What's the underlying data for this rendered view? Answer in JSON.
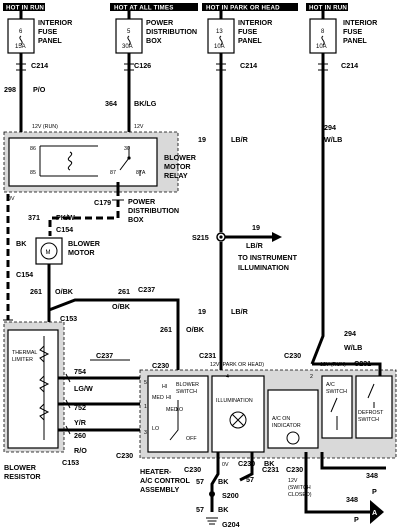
{
  "feeds": [
    {
      "hot_label": "HOT IN RUN",
      "fuse_num": "6",
      "fuse_amp": "15A",
      "panel": [
        "INTERIOR",
        "FUSE",
        "PANEL"
      ],
      "connector": "C214",
      "circuit": "298",
      "color": "P/O"
    },
    {
      "hot_label": "HOT AT ALL TIMES",
      "fuse_num": "5",
      "fuse_amp": "30A",
      "panel": [
        "POWER",
        "DISTRIBUTION",
        "BOX"
      ],
      "connector": "C126",
      "circuit": "364",
      "color": "BK/LG"
    },
    {
      "hot_label": "HOT IN PARK OR HEAD",
      "fuse_num": "13",
      "fuse_amp": "10A",
      "panel": [
        "INTERIOR",
        "FUSE",
        "PANEL"
      ],
      "connector": "C214",
      "circuit": "19",
      "color": "LB/R"
    },
    {
      "hot_label": "HOT IN RUN",
      "fuse_num": "8",
      "fuse_amp": "10A",
      "panel": [
        "INTERIOR",
        "FUSE",
        "PANEL"
      ],
      "connector": "C214",
      "circuit": "294",
      "color": "W/LB"
    }
  ],
  "relay": {
    "title": [
      "BLOWER",
      "MOTOR",
      "RELAY"
    ],
    "supply_label": "12V (RUN)",
    "supply2_label": "12V",
    "pins": [
      "86",
      "85",
      "30",
      "87",
      "87A"
    ],
    "zero_v": "0V"
  },
  "pdb_connector": {
    "id": "C179",
    "label": [
      "POWER",
      "DISTRIBUTION",
      "BOX"
    ]
  },
  "motor": {
    "circuit": "371",
    "color": "PK/W",
    "connector_top": "C154",
    "title": [
      "BLOWER",
      "MOTOR"
    ],
    "connector_bottom": "C154",
    "ground_color": "BK"
  },
  "motor_return": {
    "circuit": "261",
    "color": "O/BK",
    "connector": "C237",
    "circuit2": "261",
    "color2": "O/BK",
    "connector_resistor": "C153"
  },
  "splice": {
    "id": "S215",
    "circuit": "19",
    "color": "LB/R",
    "to": [
      "TO INSTRUMENT",
      "ILLUMINATION"
    ],
    "down_circuit": "19",
    "down_color": "LB/R"
  },
  "mid_wire": {
    "circuit": "261",
    "color": "O/BK"
  },
  "resistor": {
    "title": [
      "BLOWER",
      "RESISTOR"
    ],
    "limiter": [
      "THERMAL",
      "LIMITER"
    ],
    "connector_top": "C237",
    "connector_bottom": "C153"
  },
  "resistor_wires": [
    {
      "circuit": "754",
      "color": "LG/W"
    },
    {
      "circuit": "752",
      "color": "Y/R"
    },
    {
      "circuit": "260",
      "color": "R/O"
    }
  ],
  "control": {
    "title": [
      "HEATER-",
      "A/C CONTROL",
      "ASSEMBLY"
    ],
    "connectors_top": [
      "C230",
      "C231",
      "C230",
      "C231"
    ],
    "voltage_labels": [
      "12V (PARK OR HEAD)",
      "12V (RUN)"
    ],
    "blower_switch": [
      "BLOWER",
      "SWITCH"
    ],
    "speeds": [
      "HI",
      "MED",
      "HI",
      "MED",
      "LO",
      "LO",
      "OFF"
    ],
    "illumination": "ILLUMINATION",
    "indicator": [
      "A/C ON",
      "INDICATOR"
    ],
    "ac_switch": [
      "A/C",
      "SWITCH"
    ],
    "defrost_switch": [
      "DEFROST",
      "SWITCH"
    ],
    "pins": [
      "5",
      "1",
      "3",
      "4",
      "2"
    ],
    "connector_c230_left": "C230",
    "bottom_labels": [
      "C230",
      "0V",
      "C230",
      "C231",
      "C230",
      "12V",
      "(SWITCH",
      "CLOSED)"
    ],
    "cross_circuit": "294",
    "cross_color": "W/LB"
  },
  "ground": {
    "circuit": "57",
    "color": "BK",
    "splice": "S200",
    "circuit2": "57",
    "color2": "BK",
    "ground_id": "G204",
    "bk_right": "BK",
    "c231_circuit": "57"
  },
  "outputs": [
    {
      "circuit": "348",
      "ref": "P"
    },
    {
      "circuit": "348",
      "ref": "P"
    }
  ],
  "output_arrow": "A"
}
